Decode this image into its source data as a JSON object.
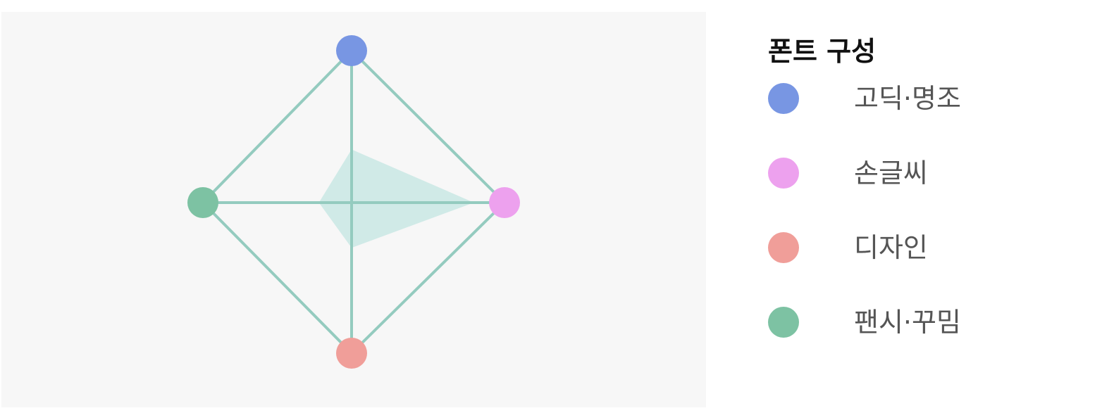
{
  "chart_data": {
    "type": "radar",
    "title": "",
    "legend_title": "폰트 구성",
    "legend_position": "right",
    "grid_color": "#94cbbf",
    "fill_color": "#d0eae7",
    "axes": [
      {
        "name": "고딕·명조",
        "color": "#7896e3",
        "direction": "top"
      },
      {
        "name": "손글씨",
        "color": "#eda1ee",
        "direction": "right"
      },
      {
        "name": "디자인",
        "color": "#f09e99",
        "direction": "bottom"
      },
      {
        "name": "팬시·꾸밈",
        "color": "#7dc2a3",
        "direction": "left"
      }
    ],
    "max": 1.0,
    "series": [
      {
        "values": [
          0.35,
          0.8,
          0.3,
          0.22
        ]
      }
    ]
  }
}
